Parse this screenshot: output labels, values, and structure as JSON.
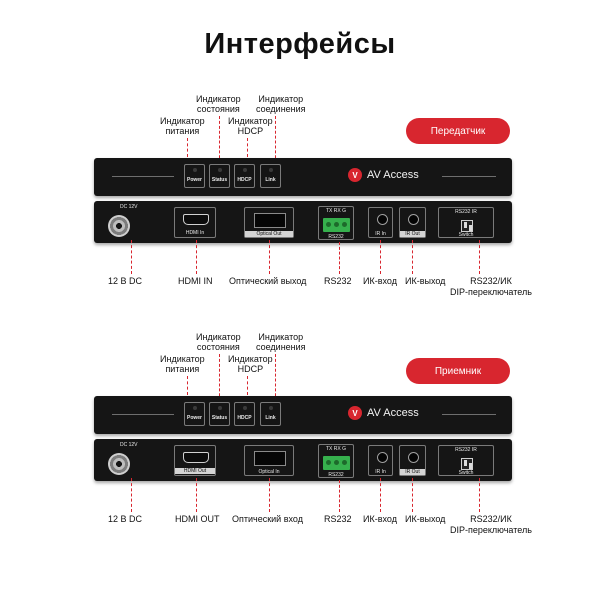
{
  "page": {
    "title": "Интерфейсы"
  },
  "transmitter": {
    "badge": "Передатчик",
    "indicator_labels": {
      "power": "Индикатор\nпитания",
      "status": "Индикатор\nсостояния",
      "hdcp": "Индикатор\nHDCP",
      "link": "Индикатор\nсоединения"
    },
    "leds": [
      "Power",
      "Status",
      "HDCP",
      "Link"
    ],
    "logo": {
      "mark": "V",
      "text": "AV Access"
    },
    "back_panel": {
      "dc": "DC 12V",
      "hdmi": "HDMI In",
      "optical": "Optical Out",
      "rs232_pins": "TX  RX  G",
      "rs232": "RS232",
      "ir_in": "IR In",
      "ir_out": "IR Out",
      "switch_top": "RS232    IR",
      "switch": "Switch"
    },
    "port_labels": {
      "dc": "12 В DC",
      "hdmi": "HDMI IN",
      "optical": "Оптический выход",
      "rs232": "RS232",
      "ir_in": "ИК-вход",
      "ir_out": "ИК-выход",
      "switch": "RS232/ИК\nDIP-переключатель"
    }
  },
  "receiver": {
    "badge": "Приемник",
    "indicator_labels": {
      "power": "Индикатор\nпитания",
      "status": "Индикатор\nсостояния",
      "hdcp": "Индикатор\nHDCP",
      "link": "Индикатор\nсоединения"
    },
    "leds": [
      "Power",
      "Status",
      "HDCP",
      "Link"
    ],
    "logo": {
      "mark": "V",
      "text": "AV Access"
    },
    "back_panel": {
      "dc": "DC 12V",
      "hdmi": "HDMI Out",
      "optical": "Optical In",
      "rs232_pins": "TX  RX  G",
      "rs232": "RS232",
      "ir_in": "IR In",
      "ir_out": "IR Out",
      "switch_top": "RS232    IR",
      "switch": "Switch"
    },
    "port_labels": {
      "dc": "12 В DC",
      "hdmi": "HDMI OUT",
      "optical": "Оптический вход",
      "rs232": "RS232",
      "ir_in": "ИК-вход",
      "ir_out": "ИК-выход",
      "switch": "RS232/ИК\nDIP-переключатель"
    }
  },
  "colors": {
    "accent": "#d8262f",
    "device": "#151515",
    "connector_green": "#36b04d"
  }
}
